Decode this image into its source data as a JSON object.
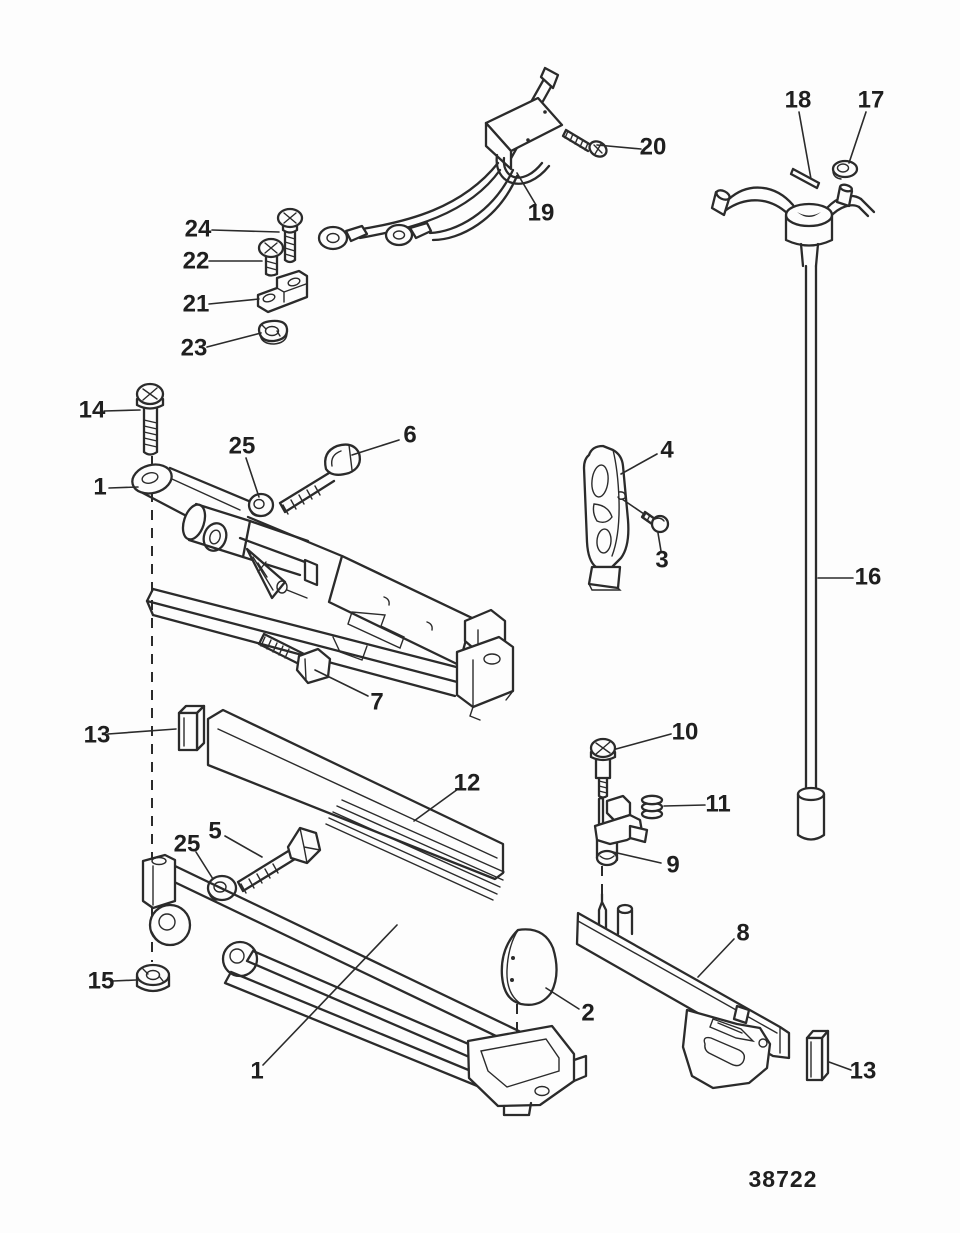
{
  "figure": {
    "number": "38722"
  },
  "style": {
    "ink": "#2b2b2b",
    "background": "#fdfdfd"
  },
  "callouts": [
    {
      "label": "20"
    },
    {
      "label": "19"
    },
    {
      "label": "18"
    },
    {
      "label": "17"
    },
    {
      "label": "24"
    },
    {
      "label": "22"
    },
    {
      "label": "21"
    },
    {
      "label": "23"
    },
    {
      "label": "14"
    },
    {
      "label": "25"
    },
    {
      "label": "6"
    },
    {
      "label": "1"
    },
    {
      "label": "4"
    },
    {
      "label": "3"
    },
    {
      "label": "16"
    },
    {
      "label": "7"
    },
    {
      "label": "13"
    },
    {
      "label": "12"
    },
    {
      "label": "5"
    },
    {
      "label": "25"
    },
    {
      "label": "10"
    },
    {
      "label": "11"
    },
    {
      "label": "9"
    },
    {
      "label": "15"
    },
    {
      "label": "1"
    },
    {
      "label": "2"
    },
    {
      "label": "8"
    },
    {
      "label": "13"
    }
  ]
}
